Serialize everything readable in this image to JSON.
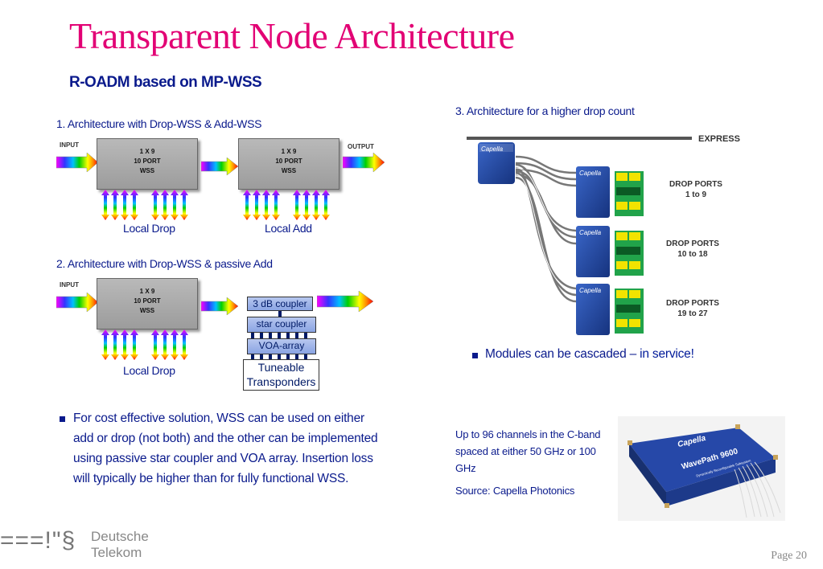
{
  "title": "Transparent Node Architecture",
  "subtitle": "R-OADM based on MP-WSS",
  "section1": {
    "heading": "1. Architecture with Drop-WSS  &  Add-WSS",
    "input_label": "INPUT",
    "output_label": "OUTPUT",
    "wss_line1": "1 X 9",
    "wss_line2": "10 PORT",
    "wss_line3": "WSS",
    "caption_drop": "Local Drop",
    "caption_add": "Local Add"
  },
  "section2": {
    "heading": "2. Architecture with Drop-WSS  &  passive Add",
    "input_label": "INPUT",
    "wss_line1": "1 X 9",
    "wss_line2": "10 PORT",
    "wss_line3": "WSS",
    "boxes": [
      "3 dB coupler",
      "star coupler",
      "VOA-array"
    ],
    "transponder_line1": "Tuneable",
    "transponder_line2": "Transponders",
    "caption_drop": "Local Drop"
  },
  "section3": {
    "heading": "3. Architecture for a higher drop count",
    "express_label": "EXPRESS",
    "module_brand": "Capella",
    "drop_groups": [
      {
        "line1": "DROP PORTS",
        "line2": "1 to 9"
      },
      {
        "line1": "DROP PORTS",
        "line2": "10 to 18"
      },
      {
        "line1": "DROP PORTS",
        "line2": "19 to 27"
      }
    ]
  },
  "bullet_cascade": {
    "text": "Modules can be cascaded – ",
    "highlight": "in service!"
  },
  "bullet_cost": {
    "text": "For cost effective solution, WSS can be used on either add or drop (not both) and the other can be implemented using passive star coupler and VOA array. Insertion loss will typically be higher than for fully functional WSS."
  },
  "note": {
    "text": "Up to 96 channels in the C-band spaced at either 50 GHz or 100 GHz",
    "source": "Source: Capella Photonics"
  },
  "product": {
    "brand": "Capella",
    "model": "WavePath 9600",
    "tagline": "Dynamically Reconfigurable Subsystem"
  },
  "logo": {
    "symbol": "===!\"§",
    "line1": "Deutsche",
    "line2": "Telekom"
  },
  "page_label": "Page  20",
  "colors": {
    "title": "#e20074",
    "text": "#0a1a8c"
  }
}
